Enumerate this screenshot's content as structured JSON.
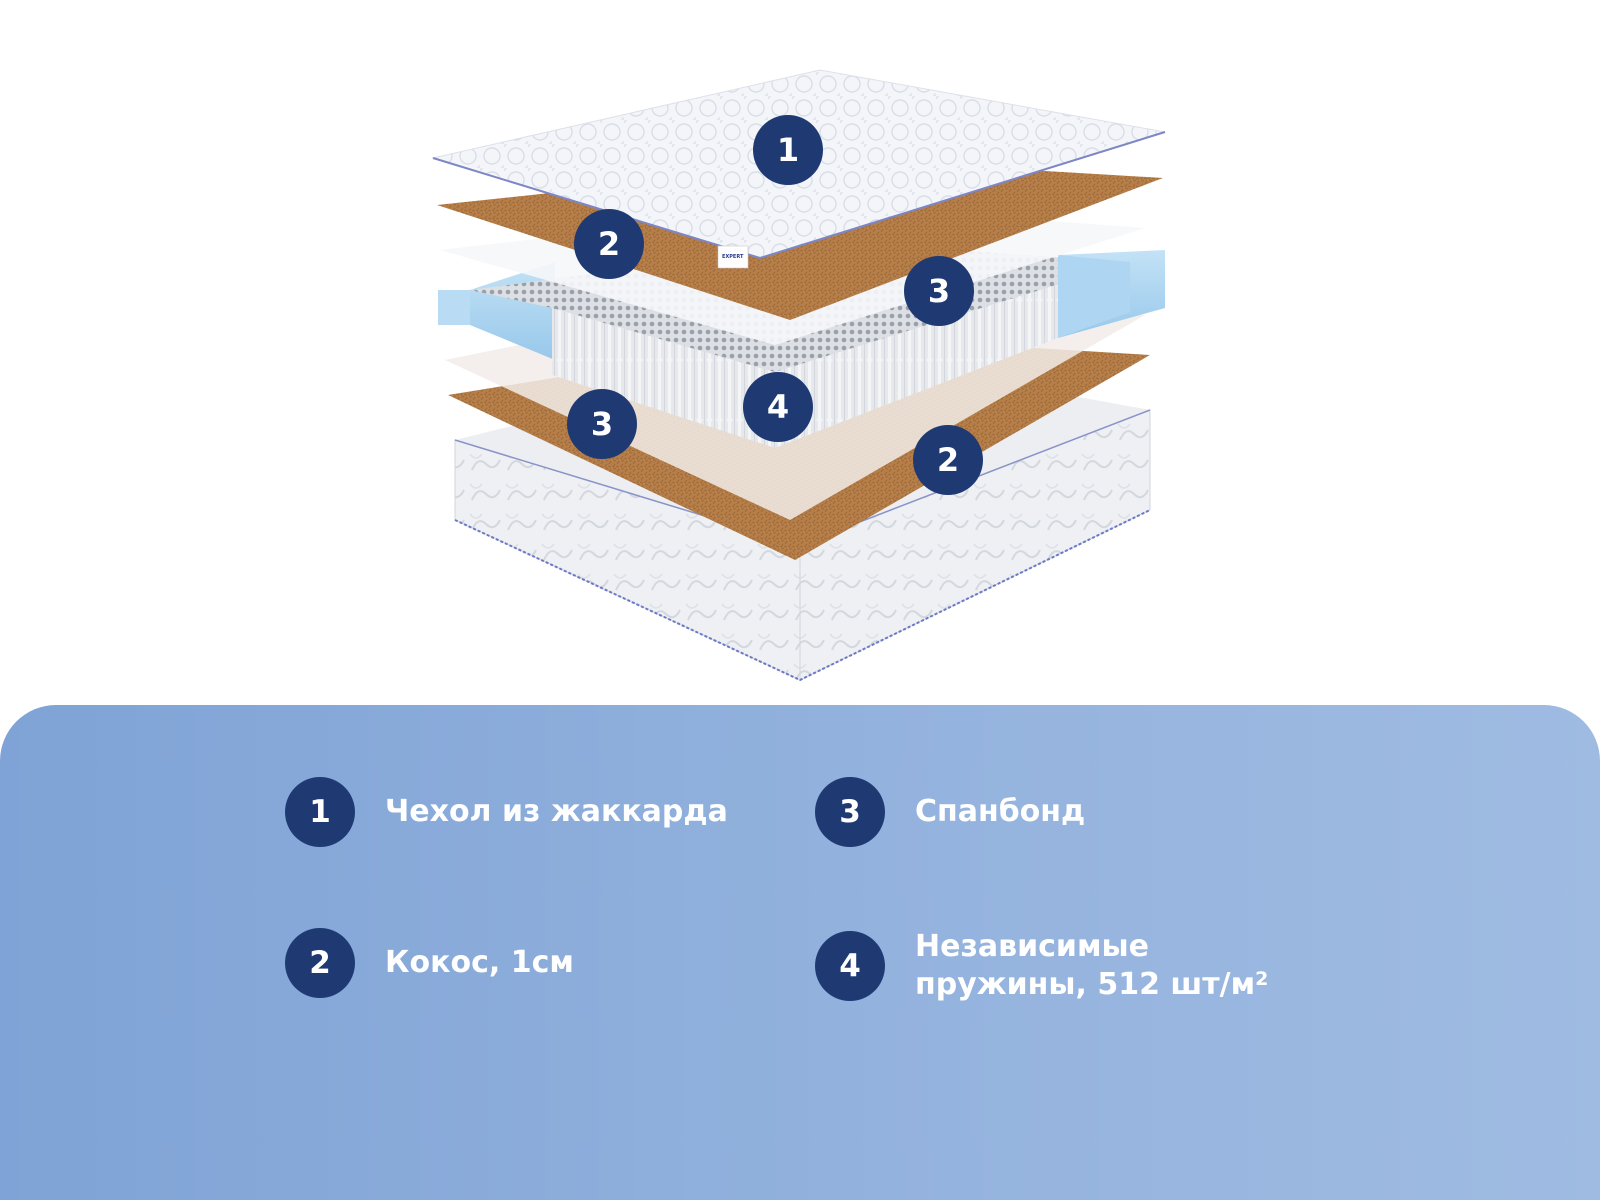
{
  "markers": [
    "1",
    "2",
    "3",
    "4",
    "3",
    "2"
  ],
  "label_tag": {
    "line1": "",
    "line2": "EXPERT"
  },
  "legend": [
    {
      "number": "1",
      "text": "Чехол из жаккарда"
    },
    {
      "number": "3",
      "text": "Спанбонд"
    },
    {
      "number": "2",
      "text": "Кокос, 1см"
    },
    {
      "number": "4",
      "text_line1": "Независимые",
      "text_line2": "пружины, 512 шт/м",
      "superscript": "2"
    }
  ],
  "colors": {
    "badge": "#1f3a73",
    "panel_gradient_start": "#7fa3d6",
    "panel_gradient_end": "#9fbbe2",
    "coconut": "#b27a45",
    "foam_blue": "#a9d4f0",
    "cover_white": "#f4f6fa"
  }
}
